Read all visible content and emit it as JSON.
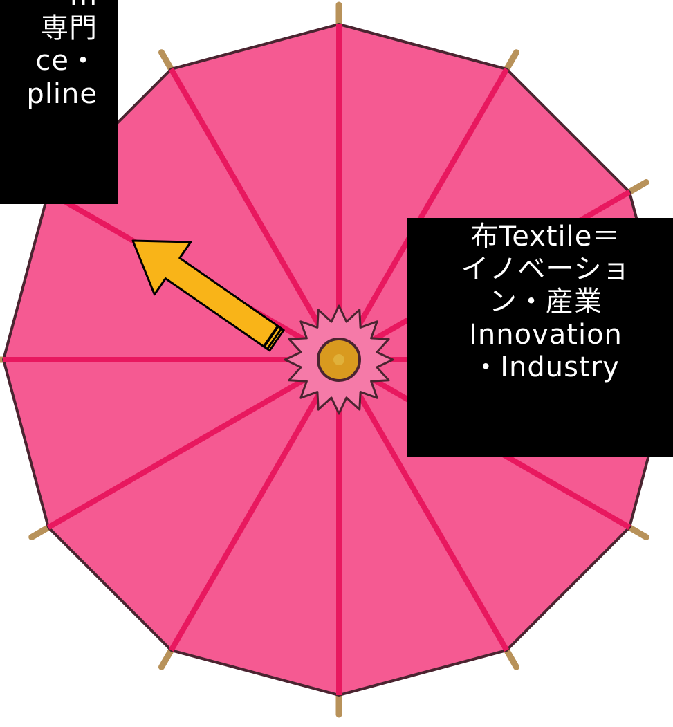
{
  "colors": {
    "canopy": "#f55a92",
    "ribs": "#e8185f",
    "outline": "#4a2430",
    "tips": "#b8925a",
    "hub": "#d99a1f",
    "hub_star": "#f57aa8",
    "arrow": "#f9b418",
    "label_bg": "#000000",
    "label_text": "#ffffff"
  },
  "icons": {
    "umbrella": "wagasa-umbrella-icon",
    "arrow": "pointer-arrow-icon"
  },
  "labels": {
    "left": {
      "lines": [
        "m",
        "専門",
        "ce・",
        "pline"
      ]
    },
    "right": {
      "lines": [
        "布Textile＝",
        "イノベーショ",
        "ン・産業",
        "Innovation",
        "・Industry"
      ]
    }
  }
}
